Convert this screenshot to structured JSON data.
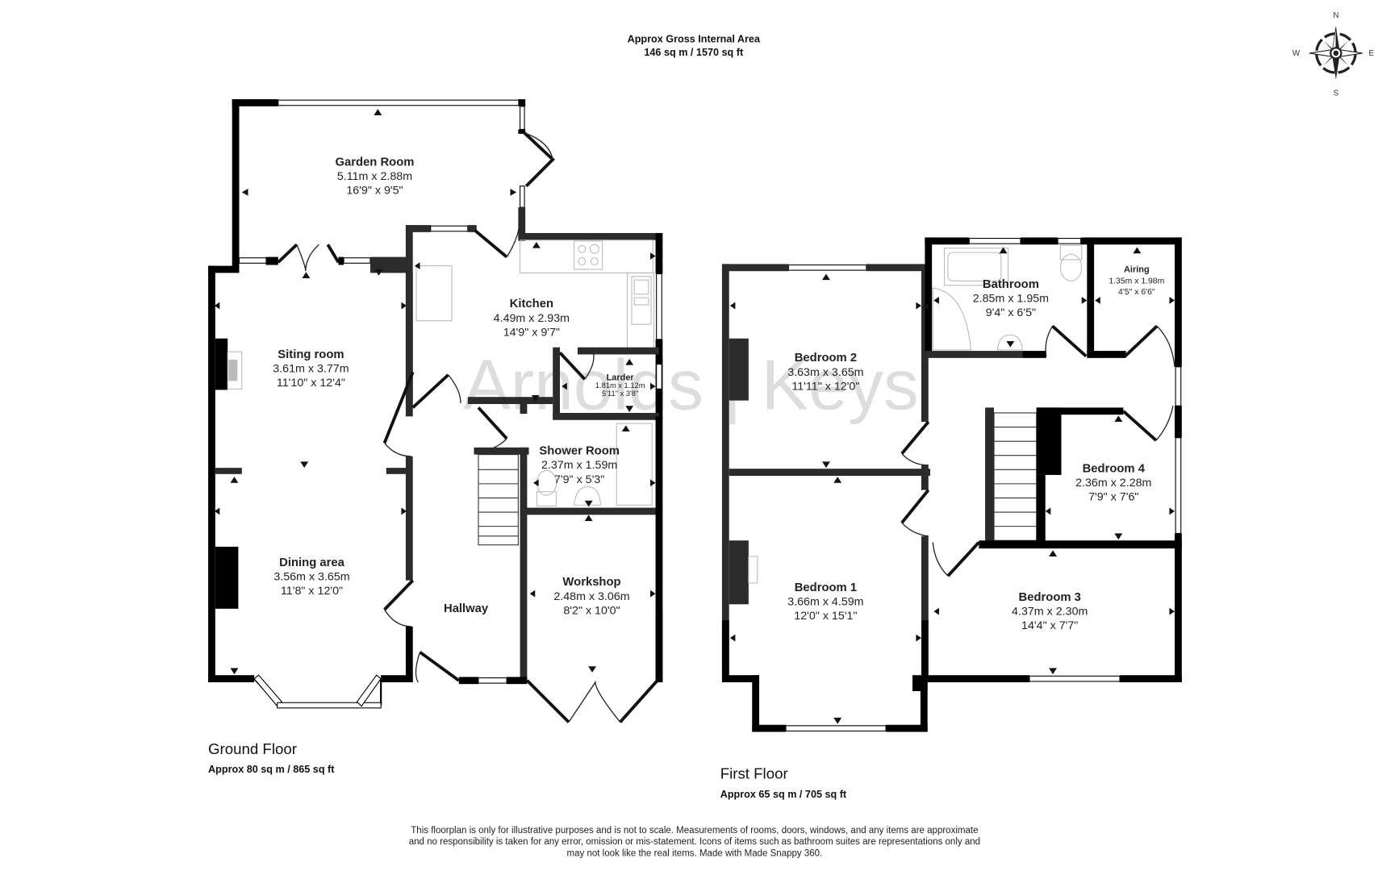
{
  "header": {
    "title": "Approx Gross Internal Area",
    "total_area": "146 sq m / 1570 sq ft"
  },
  "compass": {
    "n": "N",
    "s": "S",
    "e": "E",
    "w": "W"
  },
  "watermark": "Arnolds | Keys",
  "ground_floor": {
    "label": "Ground Floor",
    "area": "Approx 80 sq m / 865 sq ft",
    "rooms": {
      "garden_room": {
        "name": "Garden Room",
        "metric": "5.11m x 2.88m",
        "imperial": "16'9\" x 9'5\""
      },
      "kitchen": {
        "name": "Kitchen",
        "metric": "4.49m x 2.93m",
        "imperial": "14'9\" x 9'7\""
      },
      "sitting_room": {
        "name": "Siting room",
        "metric": "3.61m x 3.77m",
        "imperial": "11'10\" x 12'4\""
      },
      "larder": {
        "name": "Larder",
        "metric": "1.81m x 1.12m",
        "imperial": "5'11\" x 3'8\""
      },
      "shower_room": {
        "name": "Shower Room",
        "metric": "2.37m x 1.59m",
        "imperial": "7'9\" x 5'3\""
      },
      "dining_area": {
        "name": "Dining area",
        "metric": "3.56m x 3.65m",
        "imperial": "11'8\" x 12'0\""
      },
      "hallway": {
        "name": "Hallway"
      },
      "workshop": {
        "name": "Workshop",
        "metric": "2.48m x 3.06m",
        "imperial": "8'2\" x 10'0\""
      }
    }
  },
  "first_floor": {
    "label": "First Floor",
    "area": "Approx 65 sq m / 705 sq ft",
    "rooms": {
      "bathroom": {
        "name": "Bathroom",
        "metric": "2.85m x 1.95m",
        "imperial": "9'4\" x 6'5\""
      },
      "airing": {
        "name": "Airing",
        "metric": "1.35m x 1.98m",
        "imperial": "4'5\" x 6'6\""
      },
      "bedroom2": {
        "name": "Bedroom 2",
        "metric": "3.63m x 3.65m",
        "imperial": "11'11\" x 12'0\""
      },
      "bedroom4": {
        "name": "Bedroom 4",
        "metric": "2.36m x 2.28m",
        "imperial": "7'9\" x 7'6\""
      },
      "bedroom1": {
        "name": "Bedroom 1",
        "metric": "3.66m x 4.59m",
        "imperial": "12'0\" x 15'1\""
      },
      "bedroom3": {
        "name": "Bedroom 3",
        "metric": "4.37m x 2.30m",
        "imperial": "14'4\" x 7'7\""
      }
    }
  },
  "disclaimer": {
    "line1": "This floorplan is only for illustrative purposes and is not to scale. Measurements of rooms, doors, windows, and any items are approximate",
    "line2": "and no responsibility is taken for any error, omission or mis-statement. Icons of items such as bathroom suites are representations only and",
    "line3": "may not look like the real items. Made with Made Snappy 360."
  }
}
